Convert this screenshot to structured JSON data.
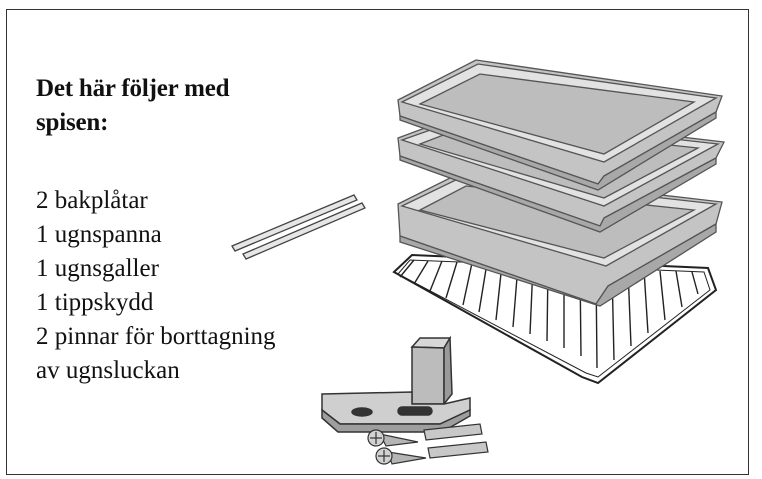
{
  "heading": "Det här följer med spisen:",
  "items": [
    "2 bakplåtar",
    "1 ugnspanna",
    "1 ugnsgaller",
    "1 tippskydd",
    "2 pinnar för borttagning",
    "av ugnsluckan"
  ],
  "illustration": {
    "pins": "pins-illustration",
    "trays": "baking-trays-illustration",
    "rack": "oven-rack-illustration",
    "bracket": "anti-tip-bracket-illustration",
    "screws": "screws-and-plugs-illustration"
  }
}
